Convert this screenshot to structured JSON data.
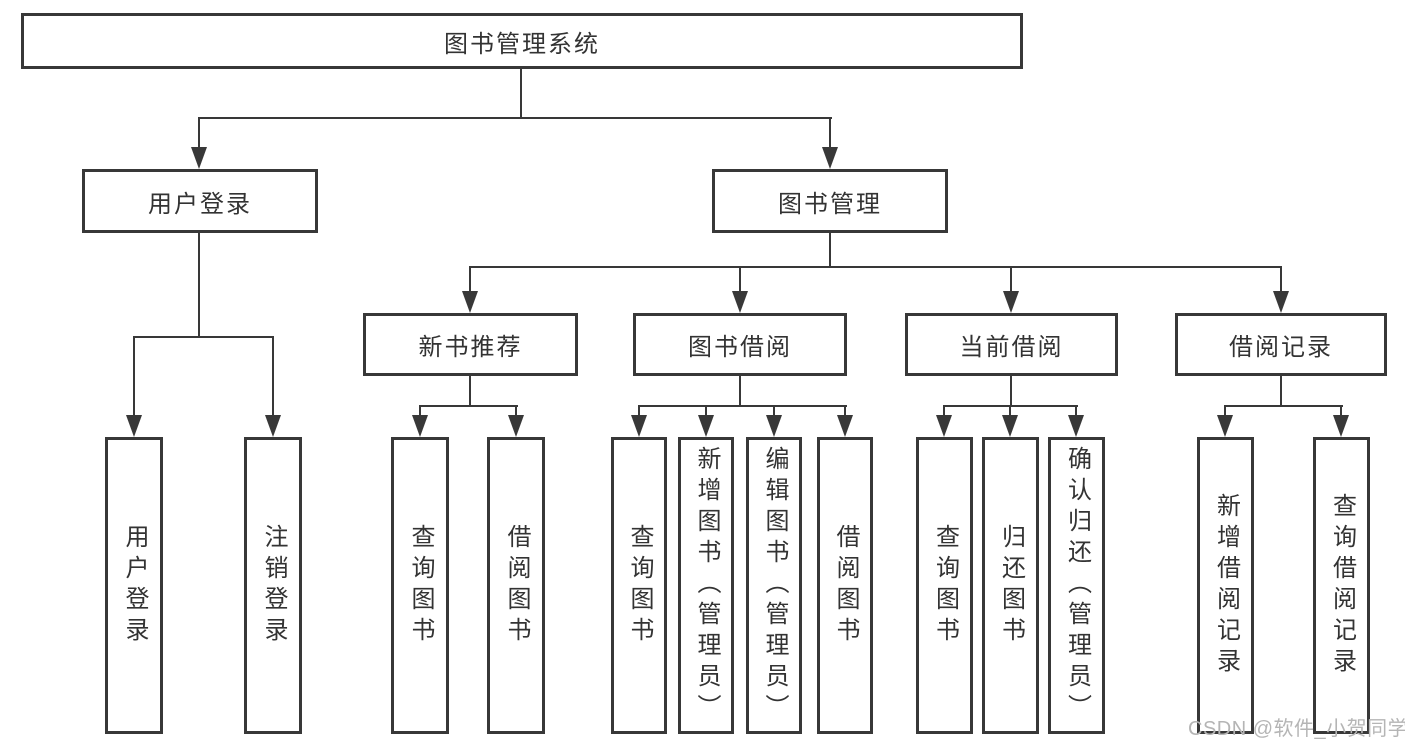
{
  "tree": {
    "root": {
      "label": "图书管理系统"
    },
    "branches": [
      {
        "label": "用户登录",
        "children": [
          {
            "label": "用户登录"
          },
          {
            "label": "注销登录"
          }
        ]
      },
      {
        "label": "图书管理",
        "children": [
          {
            "label": "新书推荐",
            "children": [
              {
                "label": "查询图书"
              },
              {
                "label": "借阅图书"
              }
            ]
          },
          {
            "label": "图书借阅",
            "children": [
              {
                "label": "查询图书"
              },
              {
                "label": "新增图书（管理员）"
              },
              {
                "label": "编辑图书（管理员）"
              },
              {
                "label": "借阅图书"
              }
            ]
          },
          {
            "label": "当前借阅",
            "children": [
              {
                "label": "查询图书"
              },
              {
                "label": "归还图书"
              },
              {
                "label": "确认归还（管理员）"
              }
            ]
          },
          {
            "label": "借阅记录",
            "children": [
              {
                "label": "新增借阅记录"
              },
              {
                "label": "查询借阅记录"
              }
            ]
          }
        ]
      }
    ]
  },
  "watermark": "CSDN @软件_小贺同学",
  "colors": {
    "line": "#383838",
    "text": "#333333",
    "watermark": "#b5b5b5",
    "bg": "#ffffff"
  }
}
